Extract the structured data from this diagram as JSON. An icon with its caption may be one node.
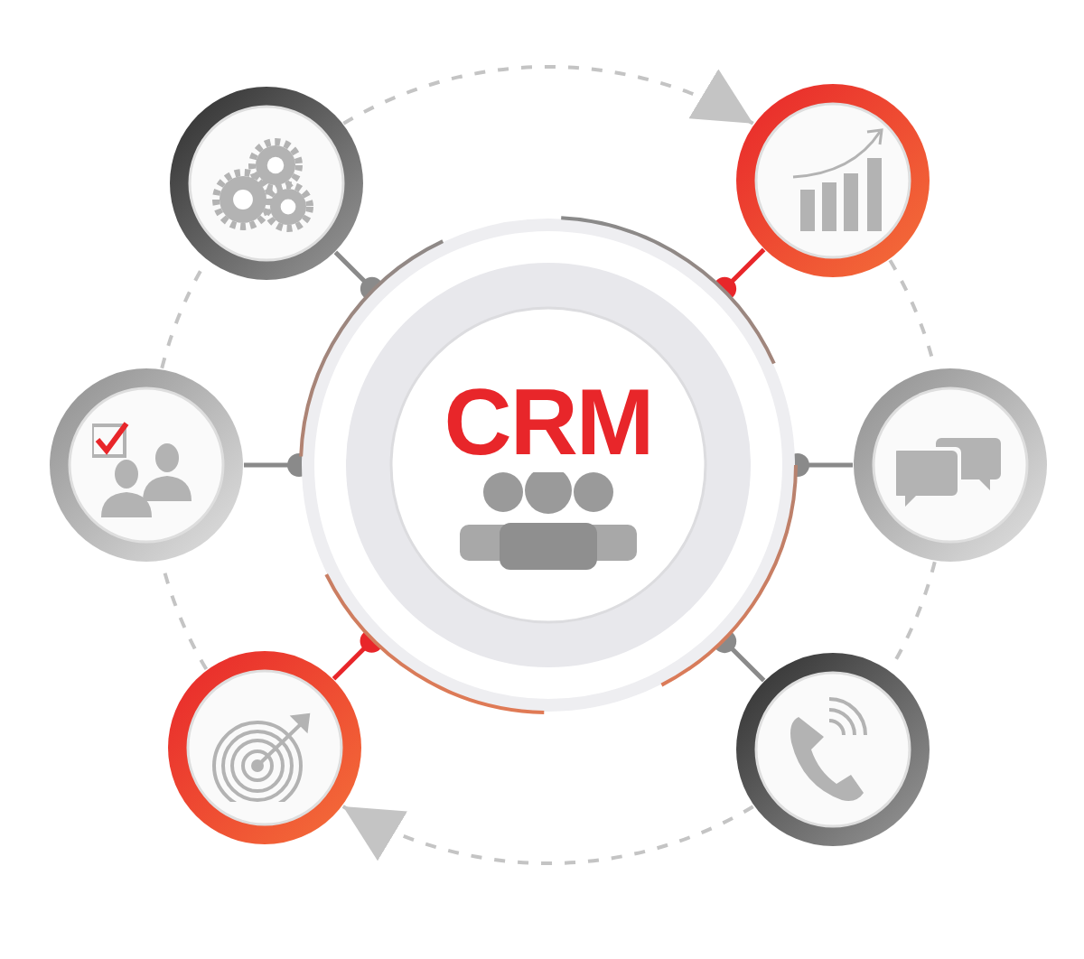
{
  "diagram": {
    "nodes": [
      {
        "text": [],
        "shape": "circle"
      },
      {
        "text": [],
        "shape": "circle"
      },
      {
        "text": [],
        "shape": "circle"
      },
      {
        "text": [
          "CRM"
        ]
      },
      {
        "text": [],
        "shape": "circle"
      },
      {
        "text": [],
        "shape": "circle"
      },
      {
        "text": [],
        "shape": "circle"
      }
    ],
    "edges": [
      {
        "from": 3,
        "to": 0,
        "arrow": "other"
      },
      {
        "from": 3,
        "to": 1,
        "arrow": "other",
        "color": "#e8262a"
      },
      {
        "from": 3,
        "to": 2,
        "arrow": "other"
      },
      {
        "from": 3,
        "to": 4,
        "arrow": "other"
      },
      {
        "from": 3,
        "to": 5,
        "arrow": "other",
        "color": "#e8262a"
      },
      {
        "from": 3,
        "to": 6,
        "arrow": "other"
      },
      {
        "from": 0,
        "to": 1,
        "arrow": "to",
        "style": "dashed"
      },
      {
        "from": 1,
        "to": 4,
        "arrow": "none",
        "style": "dashed"
      },
      {
        "from": 4,
        "to": 6,
        "arrow": "none",
        "style": "dashed"
      },
      {
        "from": 6,
        "to": 5,
        "arrow": "to",
        "style": "dashed"
      },
      {
        "from": 5,
        "to": 2,
        "arrow": "none",
        "style": "dashed"
      },
      {
        "from": 2,
        "to": 0,
        "arrow": "none",
        "style": "dashed"
      }
    ]
  }
}
